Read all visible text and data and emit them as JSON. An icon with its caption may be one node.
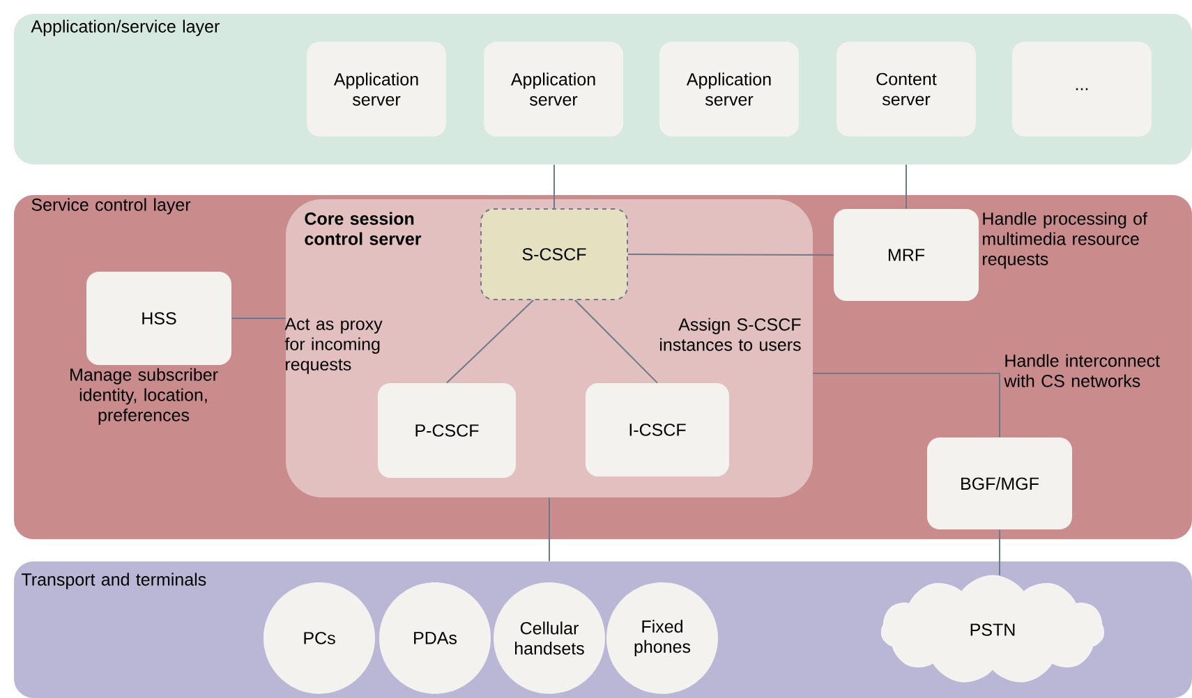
{
  "diagram": {
    "nodes": [
      {
        "text": [
          "Application/service layer"
        ]
      },
      {
        "text": [
          "Application server"
        ],
        "in": 0
      },
      {
        "text": [
          "Application server"
        ],
        "in": 0
      },
      {
        "text": [
          "Application server"
        ],
        "in": 0
      },
      {
        "text": [
          "Content server"
        ],
        "in": 0
      },
      {
        "text": [
          "..."
        ],
        "in": 0
      },
      {
        "text": [
          "Service control layer"
        ]
      },
      {
        "text": [
          "Core session control server"
        ],
        "in": 6
      },
      {
        "text": [
          "S-CSCF"
        ],
        "in": 7
      },
      {
        "text": [
          "HSS"
        ],
        "in": 6,
        "beside": [
          "Manage subscriber identity, location, preferences"
        ]
      },
      {
        "text": [
          "P-CSCF"
        ],
        "in": 7,
        "beside": [
          "Act as proxy for incoming requests"
        ]
      },
      {
        "text": [
          "I-CSCF"
        ],
        "in": 7,
        "beside": [
          "Assign S-CSCF instances to users"
        ]
      },
      {
        "text": [
          "MRF"
        ],
        "in": 6,
        "beside": [
          "Handle processing of multimedia resource requests"
        ]
      },
      {
        "text": [
          "BGF/MGF"
        ],
        "in": 6,
        "beside": [
          "Handle interconnect with CS networks"
        ]
      },
      {
        "text": [
          "Transport and terminals"
        ]
      },
      {
        "text": [
          "PCs"
        ],
        "in": 14
      },
      {
        "text": [
          "PDAs"
        ],
        "in": 14
      },
      {
        "text": [
          "Cellular handsets"
        ],
        "in": 14
      },
      {
        "text": [
          "Fixed phones"
        ],
        "in": 14
      },
      {
        "text": [
          "PSTN"
        ],
        "in": 14
      }
    ],
    "edges": [
      {
        "from": 0,
        "to": 8,
        "arrow": "none"
      },
      {
        "from": 0,
        "to": 12,
        "arrow": "none"
      },
      {
        "from": 9,
        "to": 7,
        "arrow": "none"
      },
      {
        "from": 8,
        "to": 12,
        "arrow": "none"
      },
      {
        "from": 8,
        "to": 10,
        "arrow": "none"
      },
      {
        "from": 8,
        "to": 11,
        "arrow": "none"
      },
      {
        "from": 7,
        "to": 13,
        "arrow": "none"
      },
      {
        "from": 7,
        "to": 14,
        "arrow": "none"
      },
      {
        "from": 13,
        "to": 19,
        "arrow": "none"
      }
    ]
  }
}
